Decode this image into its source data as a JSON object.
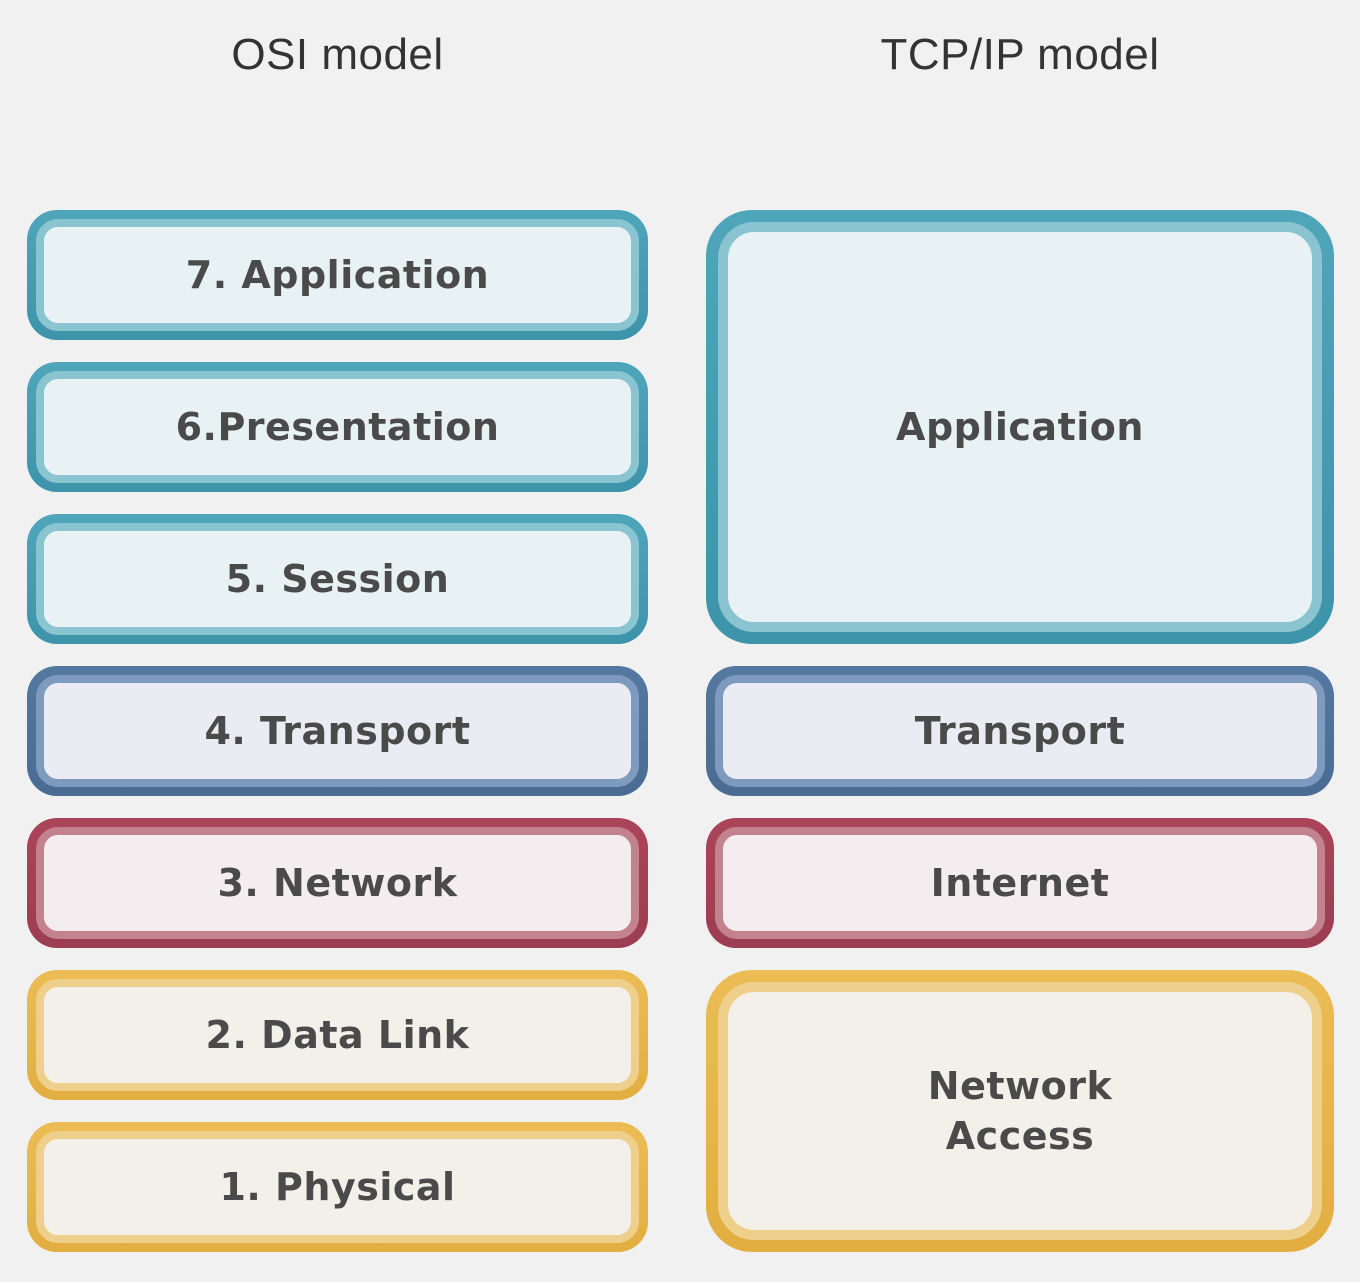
{
  "page": {
    "background": "#F1F1F1",
    "label_text_color": "#4A4A4A",
    "title_text_color": "#333333"
  },
  "titles": {
    "left": "OSI model",
    "right": "TCP/IP model"
  },
  "osi": {
    "layers": [
      {
        "label": "7. Application",
        "family": "teal"
      },
      {
        "label": "6.Presentation",
        "family": "teal"
      },
      {
        "label": "5. Session",
        "family": "teal"
      },
      {
        "label": "4. Transport",
        "family": "blue"
      },
      {
        "label": "3. Network",
        "family": "red"
      },
      {
        "label": "2. Data Link",
        "family": "yellow"
      },
      {
        "label": "1. Physical",
        "family": "yellow"
      }
    ]
  },
  "tcpip": {
    "layers": [
      {
        "label": "Application",
        "family": "teal"
      },
      {
        "label": "Transport",
        "family": "blue"
      },
      {
        "label": "Internet",
        "family": "red"
      },
      {
        "label": "Network\nAccess",
        "family": "yellow"
      }
    ]
  },
  "palette": {
    "teal": {
      "outer-top": "#4FA6BB",
      "outer-bottom": "#3D93A9",
      "inner": "#8AC4D0",
      "fill": "#E8F1F3"
    },
    "blue": {
      "outer-top": "#5578A0",
      "outer-bottom": "#4A6B92",
      "inner": "#7E9ABE",
      "fill": "#EBEBF3"
    },
    "red": {
      "outer-top": "#AB4459",
      "outer-bottom": "#9C3D51",
      "inner": "#C2838F",
      "fill": "#F4EDEF"
    },
    "yellow": {
      "outer-top": "#ECBC55",
      "outer-bottom": "#E2AE41",
      "inner": "#EFCF8C",
      "fill": "#F2F0E9"
    }
  }
}
